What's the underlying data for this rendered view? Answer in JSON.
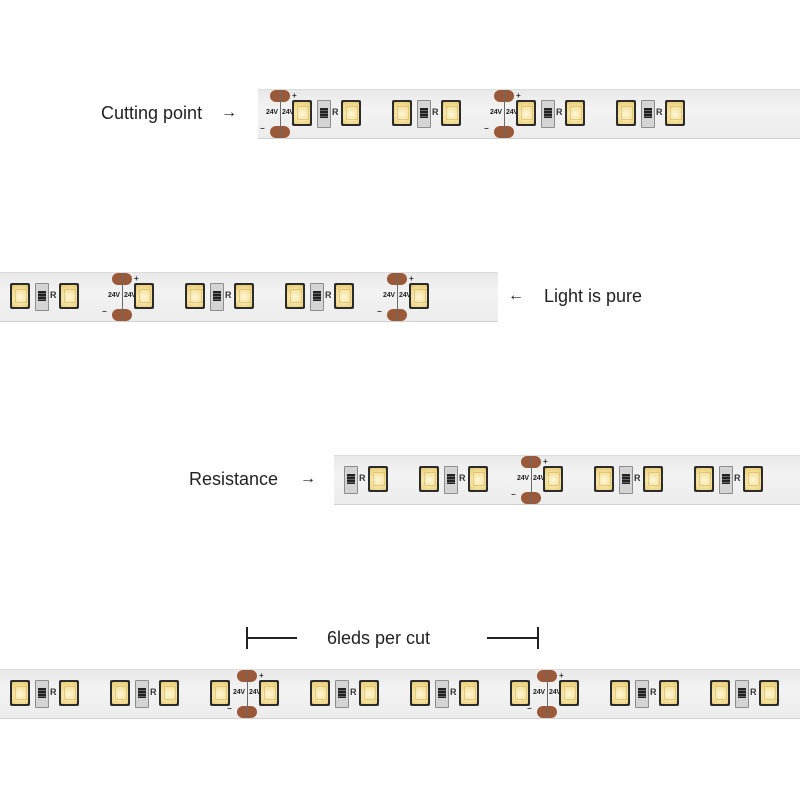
{
  "labels": {
    "cutting_point": "Cutting point",
    "light_is_pure": "Light is pure",
    "resistance": "Resistance",
    "leds_per_cut": "6leds per cut"
  },
  "arrows": {
    "right": "→",
    "left": "←"
  },
  "strip_marks": {
    "voltage": "24V",
    "resistor": "R",
    "plus": "+",
    "minus": "−"
  },
  "colors": {
    "strip": "#ececec",
    "solder_pad": "#9a5a3a",
    "led_light": "#f3df9a"
  }
}
